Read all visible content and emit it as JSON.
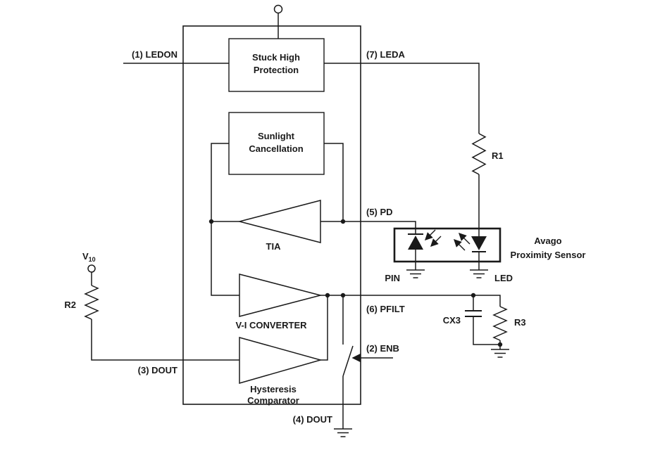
{
  "colors": {
    "ink": "#1a1a1a",
    "background": "#ffffff"
  },
  "ic": {
    "stuck_high_protection": {
      "line1": "Stuck High",
      "line2": "Protection"
    },
    "sunlight_cancellation": {
      "line1": "Sunlight",
      "line2": "Cancellation"
    },
    "tia_label": "TIA",
    "vi_converter_label": "V-I CONVERTER",
    "hysteresis_comparator": {
      "line1": "Hysteresis",
      "line2": "Comparator"
    }
  },
  "pins": {
    "pin1_ledon": "(1) LEDON",
    "pin2_enb": "(2) ENB",
    "pin3_dout": "(3) DOUT",
    "pin4_dout": "(4) DOUT",
    "pin5_pd": "(5) PD",
    "pin6_pfilt": "(6) PFILT",
    "pin7_leda": "(7) LEDA"
  },
  "external": {
    "r1": "R1",
    "r2": "R2",
    "r3": "R3",
    "cx3": "CX3",
    "supply_base": "V",
    "supply_sub": "10",
    "pin_photodiode": "PIN",
    "led": "LED",
    "sensor_name_line1": "Avago",
    "sensor_name_line2": "Proximity Sensor"
  }
}
